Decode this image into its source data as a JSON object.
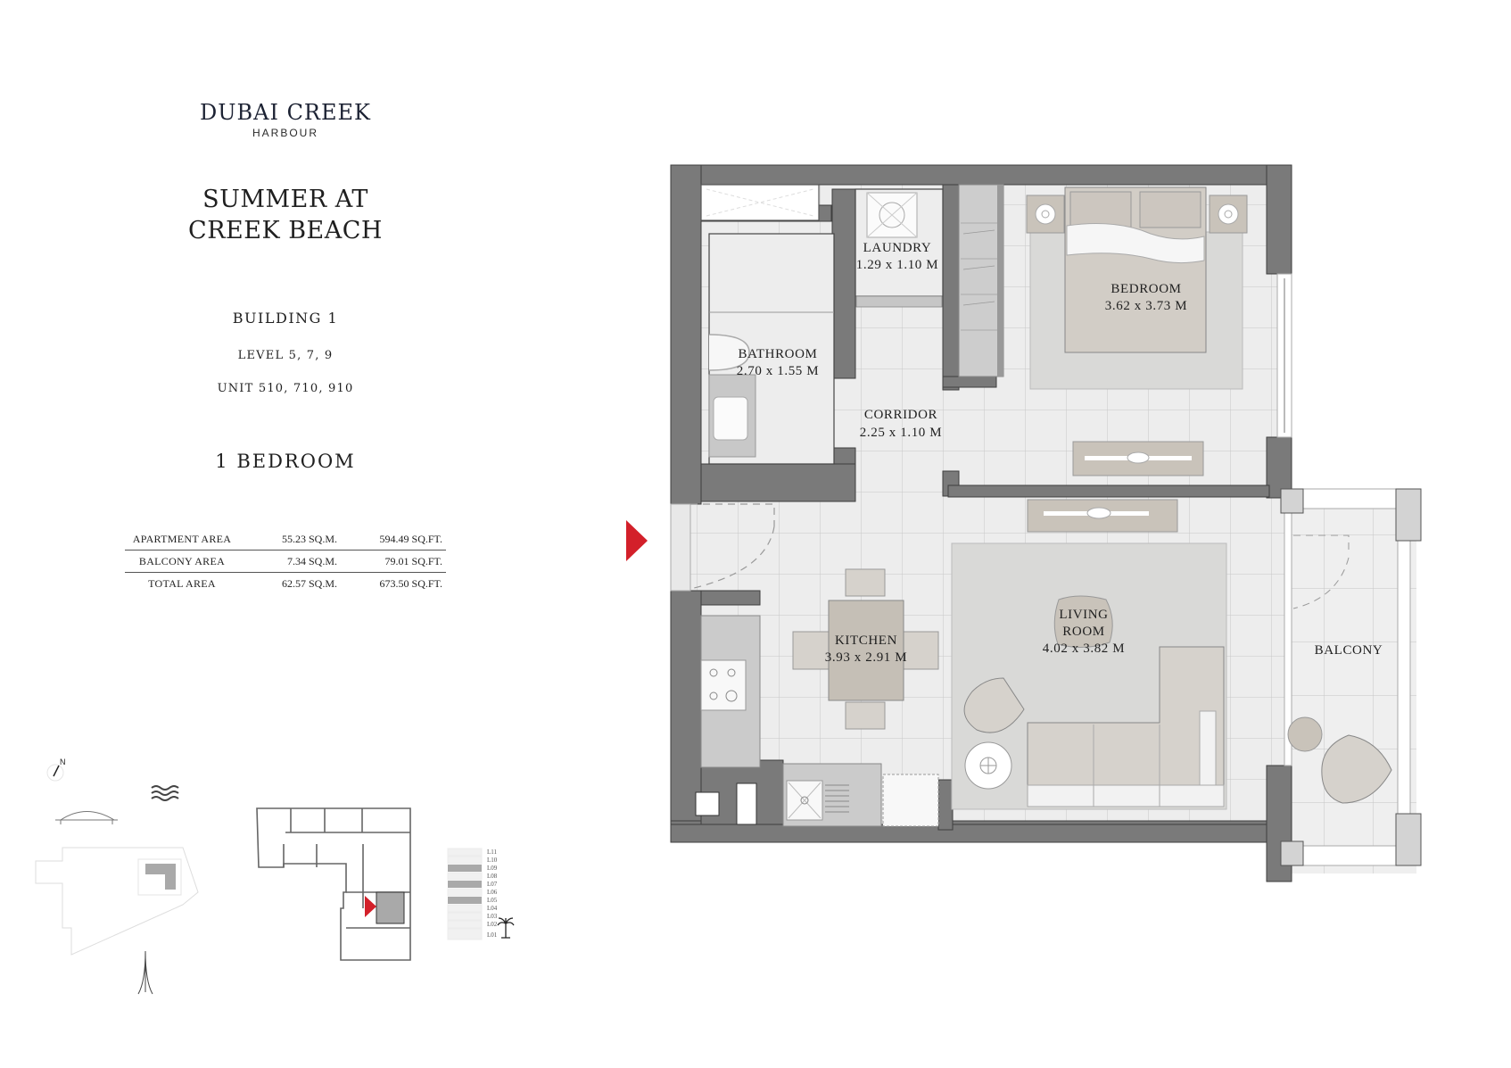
{
  "brand": {
    "name": "DUBAI CREEK",
    "subtitle": "HARBOUR"
  },
  "project": {
    "line1": "SUMMER AT",
    "line2": "CREEK BEACH"
  },
  "unit_info": {
    "building": "BUILDING 1",
    "levels": "LEVEL 5, 7, 9",
    "units": "UNIT 510, 710, 910",
    "type": "1 BEDROOM"
  },
  "areas": [
    {
      "label": "APARTMENT AREA",
      "sqm": "55.23 SQ.M.",
      "sqft": "594.49 SQ.FT."
    },
    {
      "label": "BALCONY AREA",
      "sqm": "7.34 SQ.M.",
      "sqft": "79.01 SQ.FT."
    },
    {
      "label": "TOTAL AREA",
      "sqm": "62.57 SQ.M.",
      "sqft": "673.50 SQ.FT."
    }
  ],
  "rooms": {
    "laundry": {
      "name": "LAUNDRY",
      "size": "1.29 x 1.10 M"
    },
    "bathroom": {
      "name": "BATHROOM",
      "size": "2.70 x 1.55 M"
    },
    "corridor": {
      "name": "CORRIDOR",
      "size": "2.25 x 1.10 M"
    },
    "bedroom": {
      "name": "BEDROOM",
      "size": "3.62 x 3.73 M"
    },
    "kitchen": {
      "name": "KITCHEN",
      "size": "3.93 x 2.91 M"
    },
    "living": {
      "name_line1": "LIVING",
      "name_line2": "ROOM",
      "size": "4.02 x 3.82 M"
    },
    "balcony": {
      "name": "BALCONY"
    }
  },
  "key_plan": {
    "north_label": "N",
    "icons": [
      "compass-icon",
      "water-waves-icon",
      "bridge-icon",
      "tower-icon",
      "palm-tree-icon",
      "unit-location-arrow-icon"
    ],
    "levels": [
      "L11",
      "L10",
      "L09",
      "L08",
      "L07",
      "L06",
      "L05",
      "L04",
      "L03",
      "L02",
      "L01"
    ],
    "highlighted_levels": [
      "L09",
      "L07",
      "L05"
    ]
  },
  "colors": {
    "wall": "#7a7a7a",
    "floor": "#ececec",
    "rug": "#d8d8d6",
    "furniture": "#c9c3ba",
    "accent_red": "#d3202a",
    "brand_navy": "#1c2233"
  }
}
